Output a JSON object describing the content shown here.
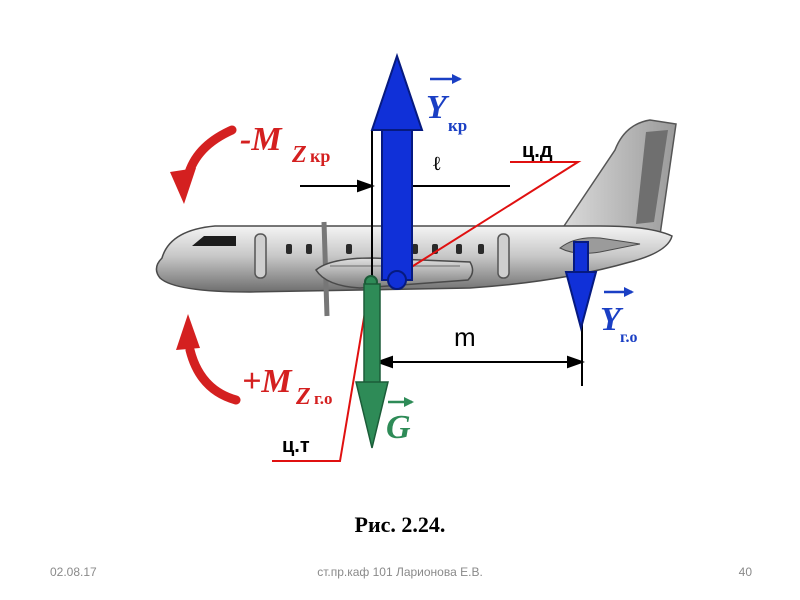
{
  "diagram": {
    "force_lift_wing": {
      "symbol": "Y",
      "subscript": "кр"
    },
    "force_lift_tail": {
      "symbol": "Y",
      "subscript": "г.о"
    },
    "force_gravity": {
      "symbol": "G"
    },
    "moment_wing": {
      "prefix": "-M",
      "axis": "Z",
      "subscript": "кр"
    },
    "moment_tail": {
      "prefix": "+M",
      "axis": "Z",
      "subscript": "г.о"
    },
    "label_center_pressure": "ц.д",
    "label_center_gravity": "ц.т",
    "label_arm_l": "ℓ",
    "label_arm_m": "m",
    "colors": {
      "lift": "#1030d8",
      "gravity": "#2e8b57",
      "moment": "#d42020",
      "leader": "#e01010",
      "label": "#1a3fc4"
    }
  },
  "caption": "Рис. 2.24.",
  "footer": {
    "date": "02.08.17",
    "author": "ст.пр.каф 101 Ларионова Е.В.",
    "page": "40"
  }
}
